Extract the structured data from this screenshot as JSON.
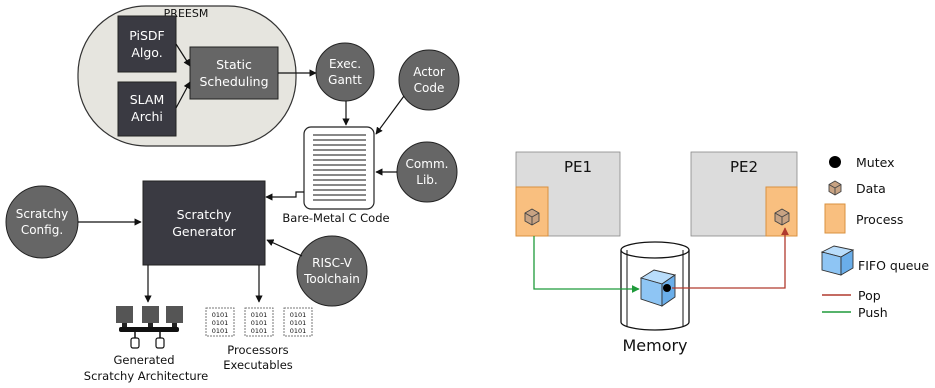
{
  "left_diagram": {
    "preesm_label": "PREESM",
    "pisdf_algo": [
      "PiSDF",
      "Algo."
    ],
    "slam_archi": [
      "SLAM",
      "Archi"
    ],
    "static_scheduling": [
      "Static",
      "Scheduling"
    ],
    "exec_gantt": [
      "Exec.",
      "Gantt"
    ],
    "actor_code": [
      "Actor",
      "Code"
    ],
    "comm_lib": [
      "Comm.",
      "Lib."
    ],
    "bare_metal_label": "Bare-Metal C Code",
    "scratchy_config": [
      "Scratchy",
      "Config."
    ],
    "scratchy_generator": [
      "Scratchy",
      "Generator"
    ],
    "riscv_toolchain": [
      "RISC-V",
      "Toolchain"
    ],
    "binary_glyph_line": "0101",
    "generated_arch_label": [
      "Generated",
      "Scratchy Architecture"
    ],
    "executables_label": [
      "Processors",
      "Executables"
    ]
  },
  "right_diagram": {
    "pe1_label": "PE1",
    "pe2_label": "PE2",
    "memory_label": "Memory",
    "legend": {
      "mutex": "Mutex",
      "data": "Data",
      "process": "Process",
      "fifo": "FIFO queue",
      "pop": "Pop",
      "push": "Push"
    }
  },
  "colors": {
    "dark_box": "#3a3a42",
    "grey_circle": "#666666",
    "preesm_bg": "#e6e5df",
    "pe_bg": "#dcdcdc",
    "process": "#f9bf7f",
    "fifo": "#8ec5f4",
    "pop": "#b03a2e",
    "push": "#1e9a3a"
  }
}
